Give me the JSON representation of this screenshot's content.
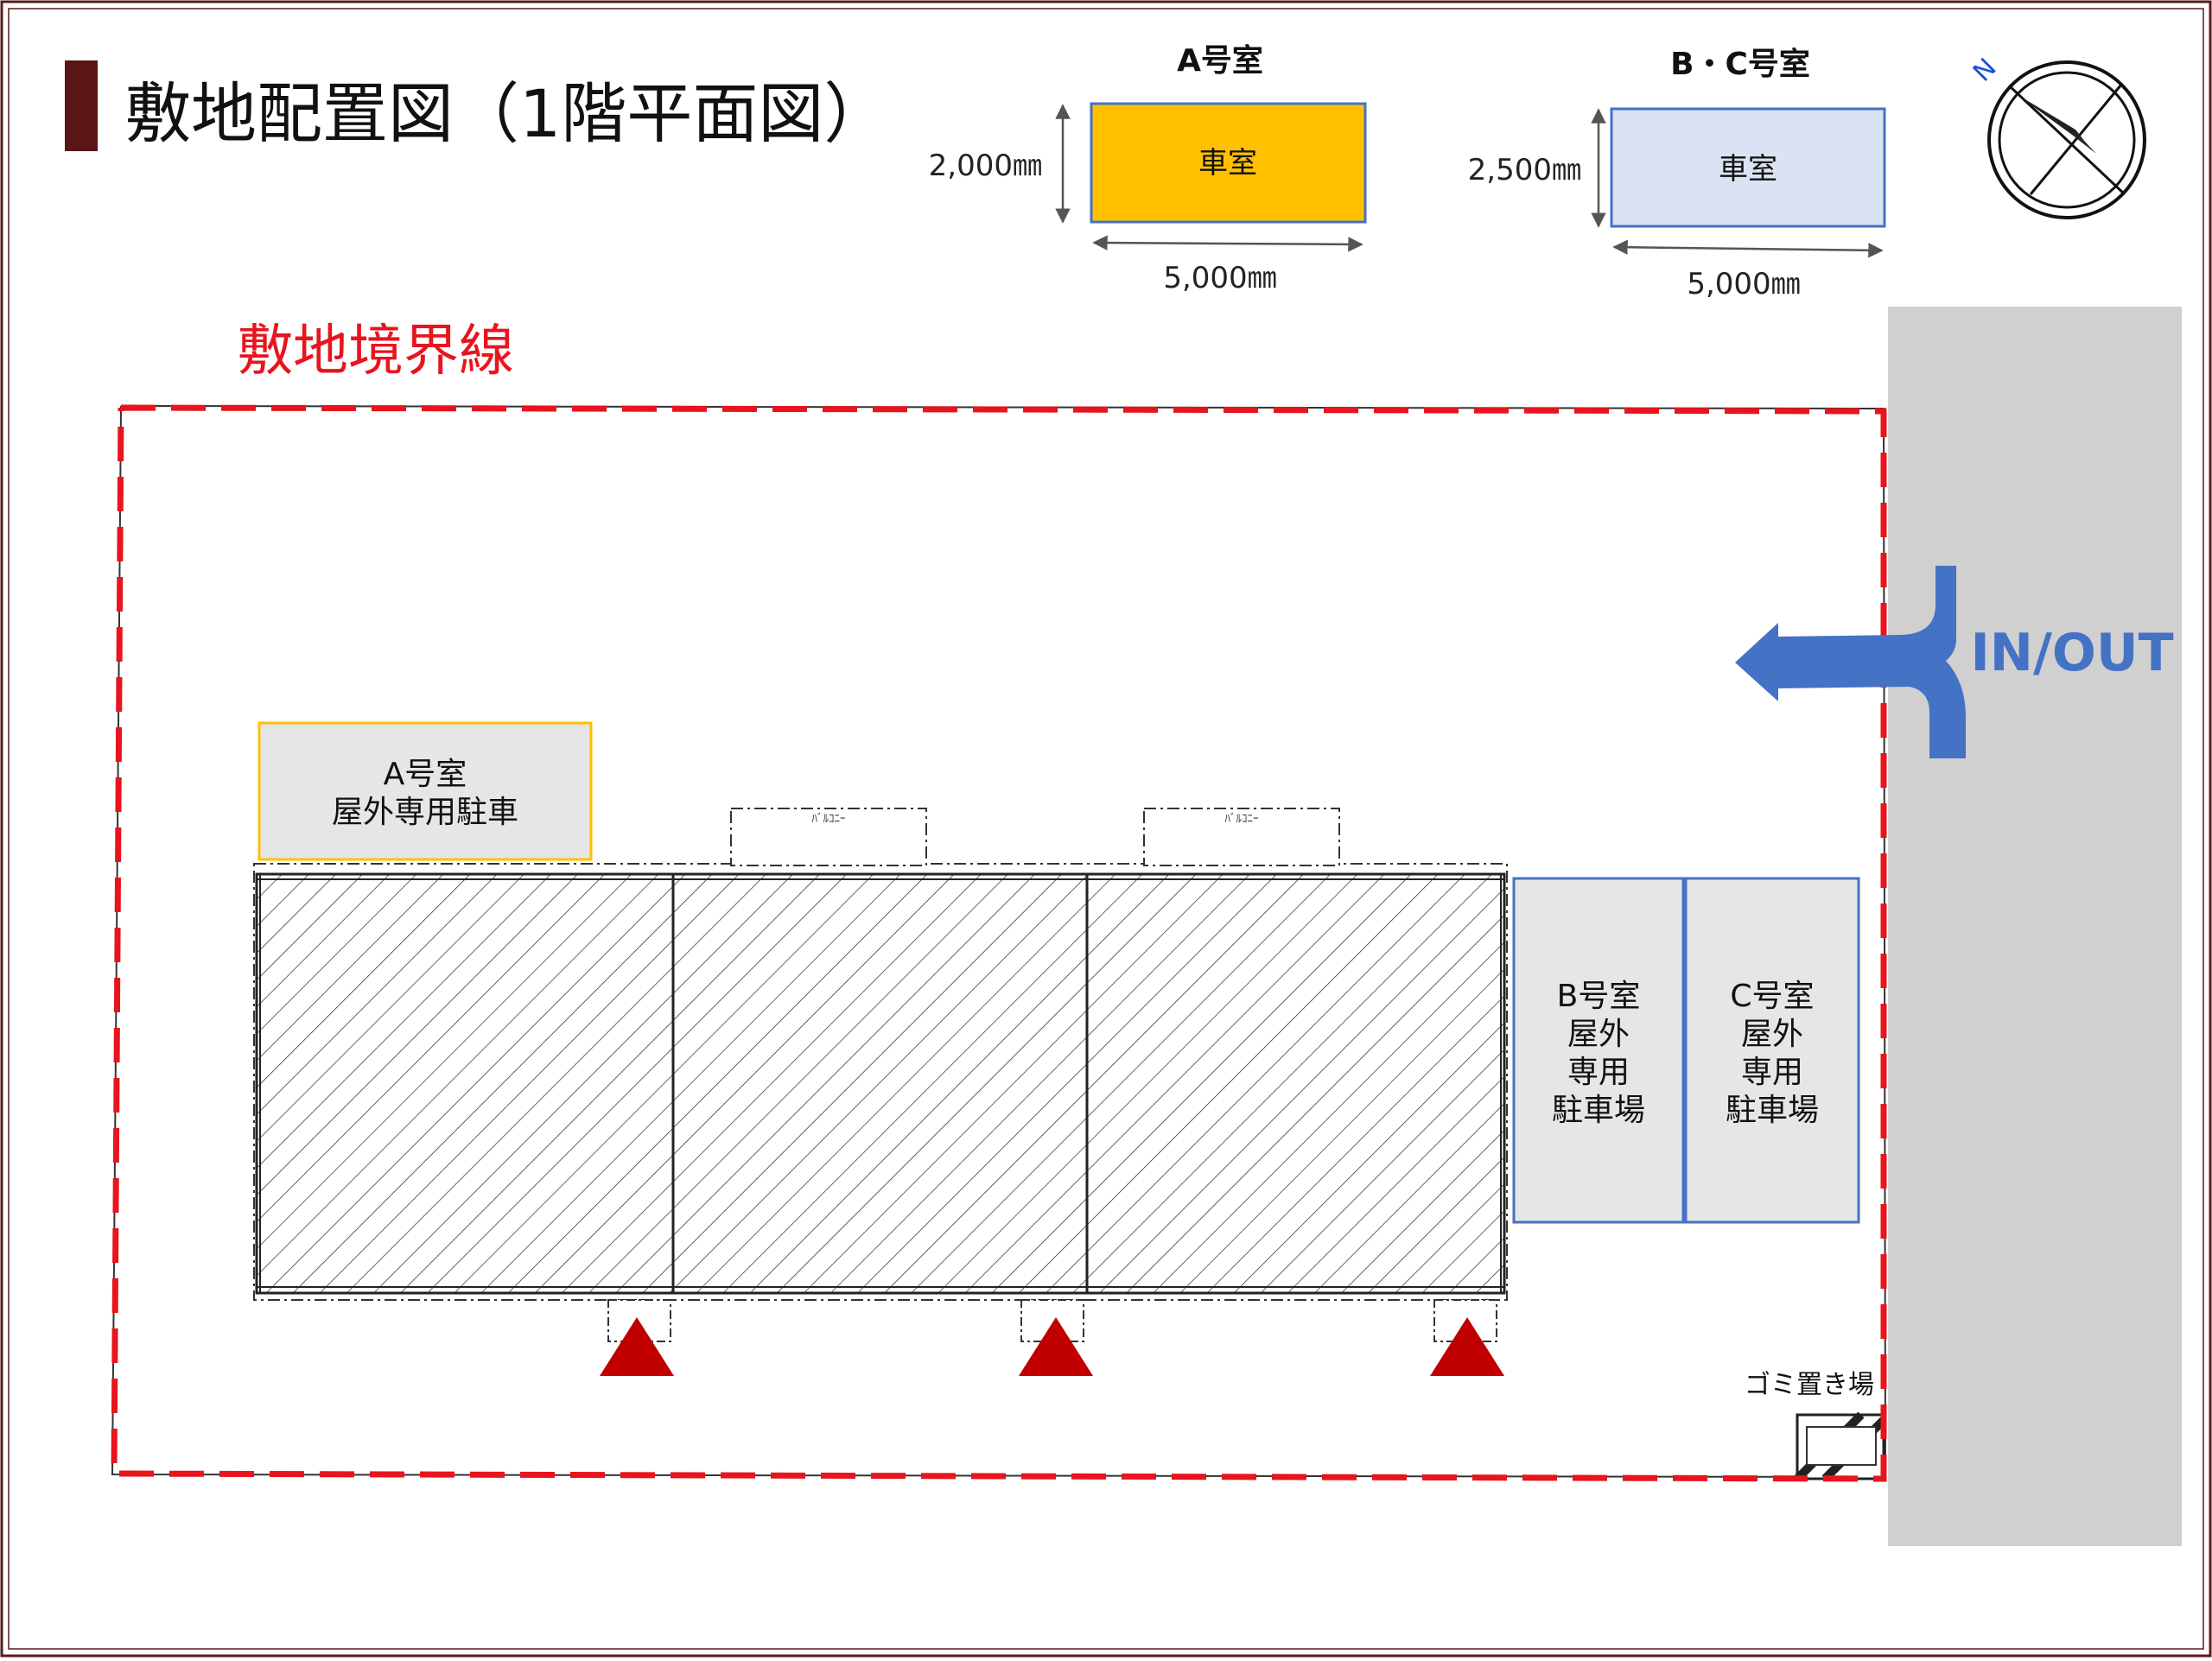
{
  "title": "敷地配置図（1階平面図）",
  "legend": {
    "a": {
      "heading": "A号室",
      "label": "車室",
      "height_dim": "2,000㎜",
      "width_dim": "5,000㎜"
    },
    "bc": {
      "heading": "B・C号室",
      "label": "車室",
      "height_dim": "2,500㎜",
      "width_dim": "5,000㎜"
    }
  },
  "compass": {
    "north_label": "N"
  },
  "boundary": {
    "label": "敷地境界線"
  },
  "entrance": {
    "label": "IN/OUT"
  },
  "parking": {
    "a": {
      "line1": "A号室",
      "line2": "屋外専用駐車"
    },
    "b": {
      "line1": "B号室",
      "line2": "屋外",
      "line3": "専用",
      "line4": "駐車場"
    },
    "c": {
      "line1": "C号室",
      "line2": "屋外",
      "line3": "専用",
      "line4": "駐車場"
    }
  },
  "balcony_label": "ﾊﾞﾙｺﾆｰ",
  "garbage": {
    "label": "ゴミ置き場"
  },
  "colors": {
    "frame": "#5a1a1a",
    "title_bar": "#5a1515",
    "boundary": "#e8141e",
    "road": "#d0d0d0",
    "arrow": "#4472c4",
    "room_a": "#ffc000",
    "room_bc": "#dae3f3",
    "entrance_marker": "#c00000"
  }
}
